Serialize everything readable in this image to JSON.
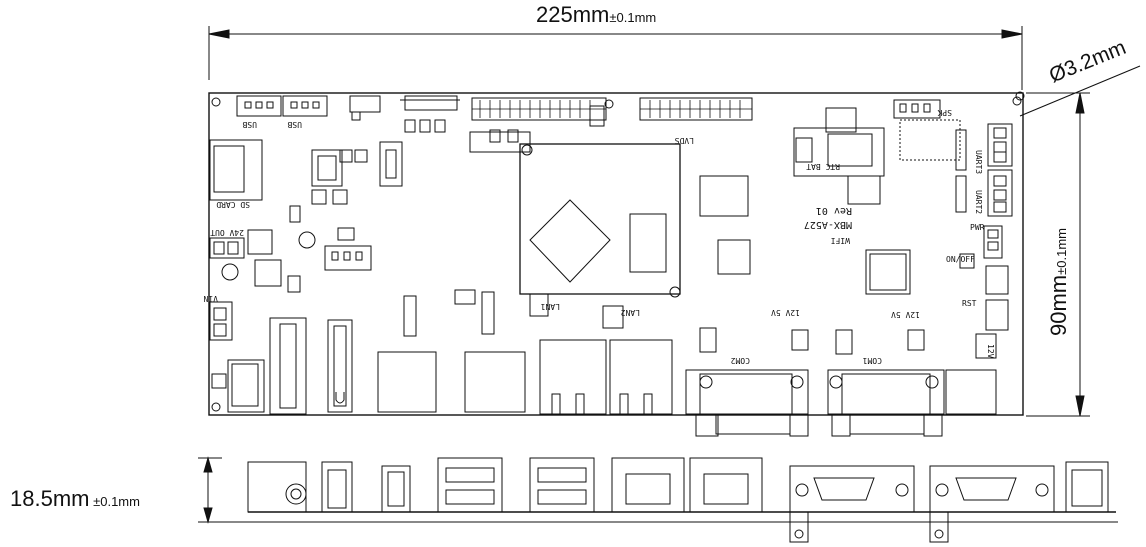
{
  "dimensions": {
    "width": {
      "value": "225mm",
      "tolerance": "±0.1mm"
    },
    "height": {
      "value": "90mm",
      "tolerance": "±0.1mm"
    },
    "hole": {
      "value": "Ø3.2mm"
    },
    "depth": {
      "value": "18.5mm",
      "tolerance": " ±0.1mm"
    }
  },
  "board_labels": {
    "usb_a": "USB",
    "usb_b": "USB",
    "sd_card": "SD CARD",
    "out_24v": "24V OUT",
    "vin": "VIN",
    "lvds": "LVDS",
    "rtc_bat": "RTC BAT",
    "spk": "SPK",
    "uart3": "UART3",
    "uart2": "UART2",
    "model": "MBX-A527",
    "rev": "Rev 01",
    "wifi": "WIFI",
    "pwr": "PWR",
    "on_off": "ON/OFF",
    "rst": "RST",
    "lan1": "LAN1",
    "lan2": "LAN2",
    "com1": "COM1",
    "com2": "COM2",
    "v12v5_a": "12V 5V",
    "v12v5_b": "12V 5V",
    "v12v": "12V"
  }
}
